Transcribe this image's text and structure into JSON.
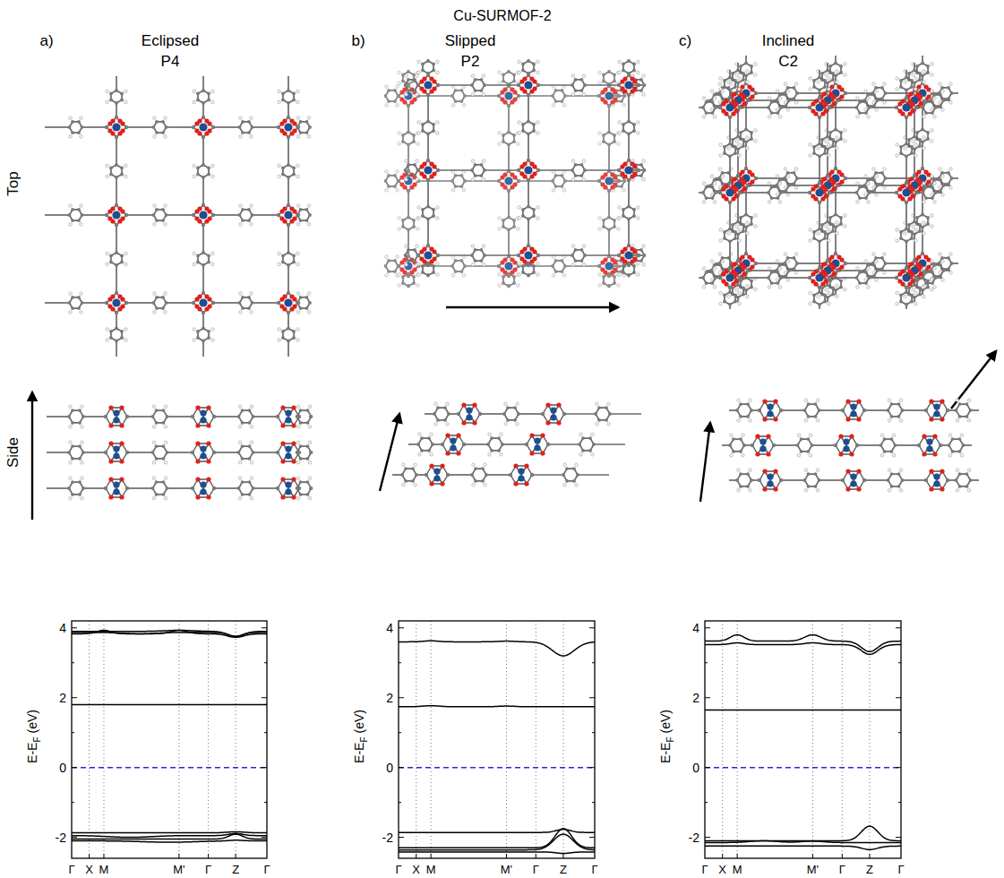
{
  "diagram": {
    "title": "Cu-SURMOF-2",
    "labels": [
      "a)",
      "Eclipsed",
      "P4",
      "b)",
      "Slipped",
      "P2",
      "c)",
      "Inclined",
      "C2",
      "Top",
      "Side",
      "4",
      "2",
      "0",
      "-2",
      "E-E",
      "F",
      "(eV)",
      "Γ",
      "X",
      "M",
      "M'",
      "Γ",
      "Z",
      "Γ",
      "4",
      "2",
      "0",
      "-2",
      "E-E",
      "F",
      "(eV)",
      "Γ",
      "X",
      "M",
      "M'",
      "Γ",
      "Z",
      "Γ",
      "4",
      "2",
      "0",
      "-2",
      "E-E",
      "F",
      "(eV)",
      "Γ",
      "X",
      "M",
      "M'",
      "Γ",
      "Z",
      "Γ"
    ]
  }
}
